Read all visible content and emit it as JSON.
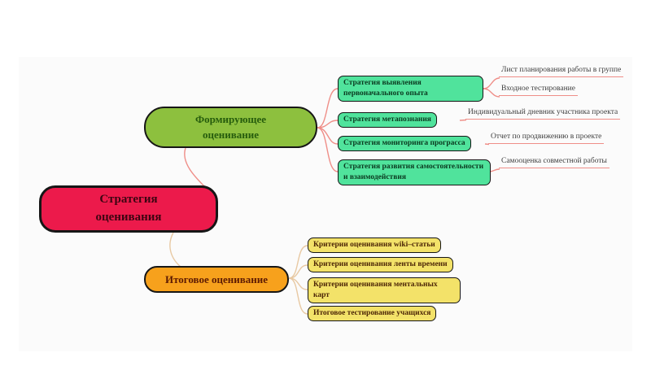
{
  "root": {
    "label": "Стратегия оценивания"
  },
  "branches": [
    {
      "label": "Формирующее оценивание",
      "children": [
        {
          "label": "Стратегия выявления первоначального опыта",
          "leaves": [
            "Лист планирования работы в группе",
            "Входное тестирование"
          ]
        },
        {
          "label": "Стратегия метапознания",
          "leaves": [
            "Индивидуальный дневник участника проекта"
          ]
        },
        {
          "label": "Стратегия мониторинга програсса",
          "leaves": [
            "Отчет по продвижению в проекте"
          ]
        },
        {
          "label": "Стратегия развития самостоятельности и взаимодействия",
          "leaves": [
            "Самооценка совместной работы"
          ]
        }
      ]
    },
    {
      "label": "Итоговое оценивание",
      "children": [
        {
          "label": "Критерии оценивания wiki–статьи"
        },
        {
          "label": "Критерии оценивания ленты времени"
        },
        {
          "label": "Критерии оценивания ментальных карт"
        },
        {
          "label": "Итоговое тестирование учащихся"
        }
      ]
    }
  ],
  "colors": {
    "root_fill": "#ec1a4b",
    "formative_fill": "#8dc03e",
    "formative_child_fill": "#50e39c",
    "summative_fill": "#f7a11c",
    "summative_child_fill": "#f3e269",
    "top_link": "#ef8e88",
    "bottom_link": "#e8c9a3",
    "node_border": "#161616"
  }
}
